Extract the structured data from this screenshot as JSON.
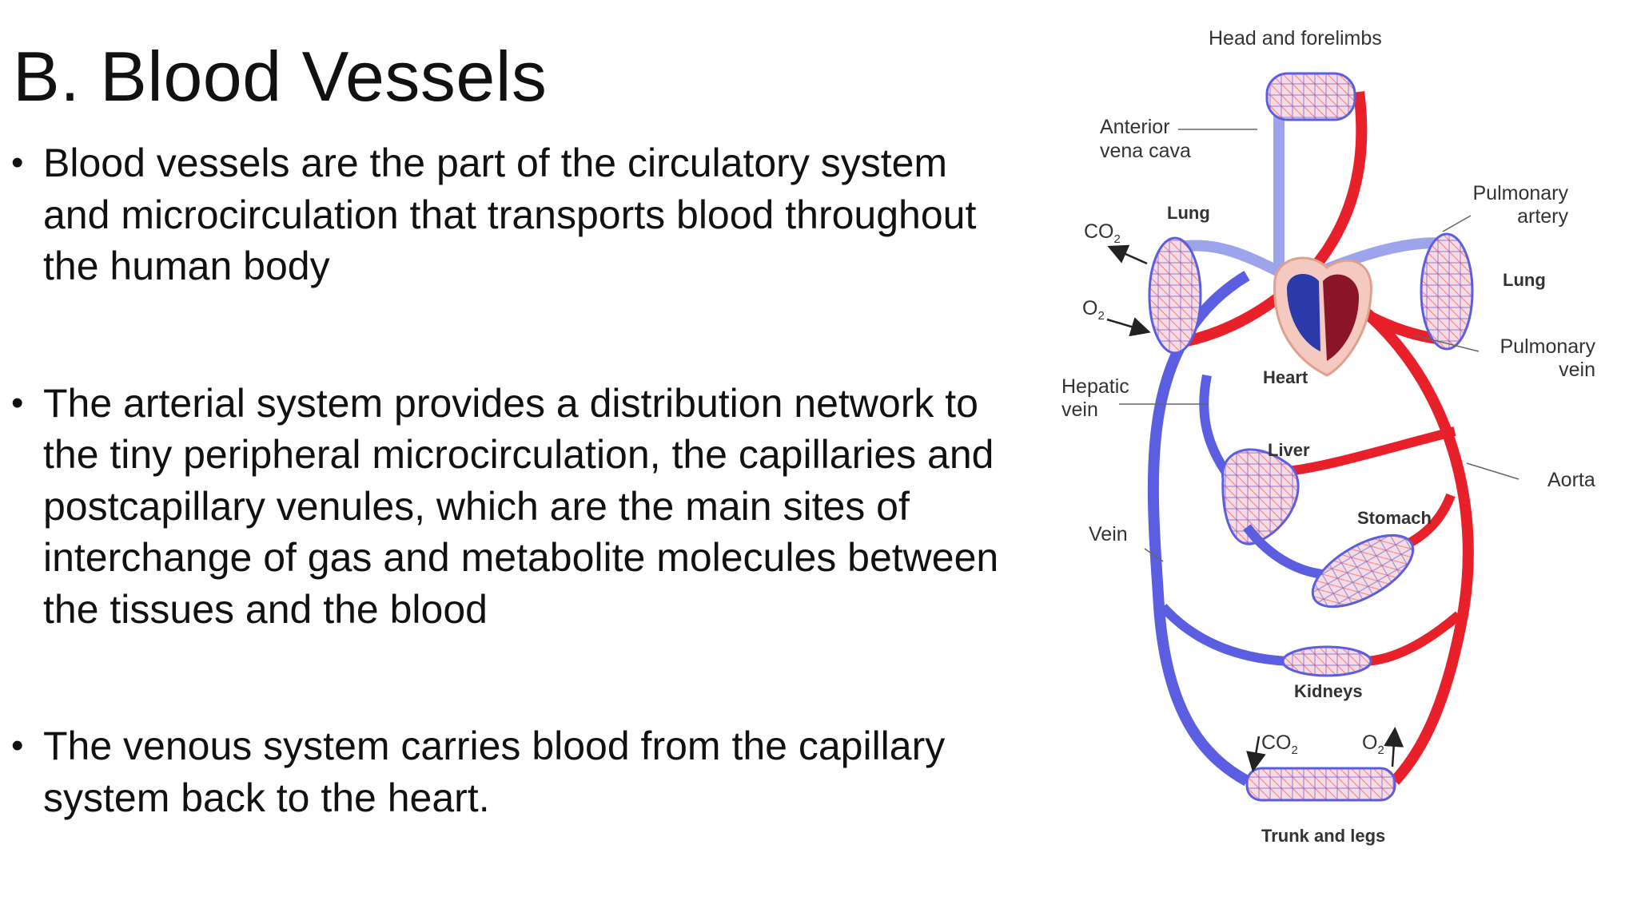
{
  "slide": {
    "title": "B. Blood Vessels",
    "bullets": [
      "Blood vessels are the part of the circulatory system and microcirculation that transports blood throughout the human body",
      "The arterial system provides a distribution network to the tiny peripheral microcirculation, the capillaries and postcapillary venules, which are the main sites of interchange of gas and metabolite molecules between the tissues and the blood",
      "The venous system carries blood from the capillary system back to the heart."
    ]
  },
  "diagram": {
    "labels": {
      "head": "Head and forelimbs",
      "anterior_vena_cava": [
        "Anterior",
        "vena cava"
      ],
      "lung_left": "Lung",
      "lung_right": "Lung",
      "co2_lung": "CO",
      "o2_lung": "O",
      "pulmonary_artery": [
        "Pulmonary",
        "artery"
      ],
      "pulmonary_vein": [
        "Pulmonary",
        "vein"
      ],
      "hepatic_vein": [
        "Hepatic",
        "vein"
      ],
      "heart": "Heart",
      "liver": "Liver",
      "aorta": "Aorta",
      "vein": "Vein",
      "stomach": "Stomach",
      "kidneys": "Kidneys",
      "co2_trunk": "CO",
      "o2_trunk": "O",
      "trunk": "Trunk and legs",
      "sub2": "2"
    },
    "colors": {
      "artery": "#e8202a",
      "vein": "#5b5ee0",
      "vein_light": "#9ea4ec",
      "heart_dark": "#8a1428",
      "heart_blue": "#2b3aa8",
      "capillary_fill": "#f3d3dc"
    }
  }
}
